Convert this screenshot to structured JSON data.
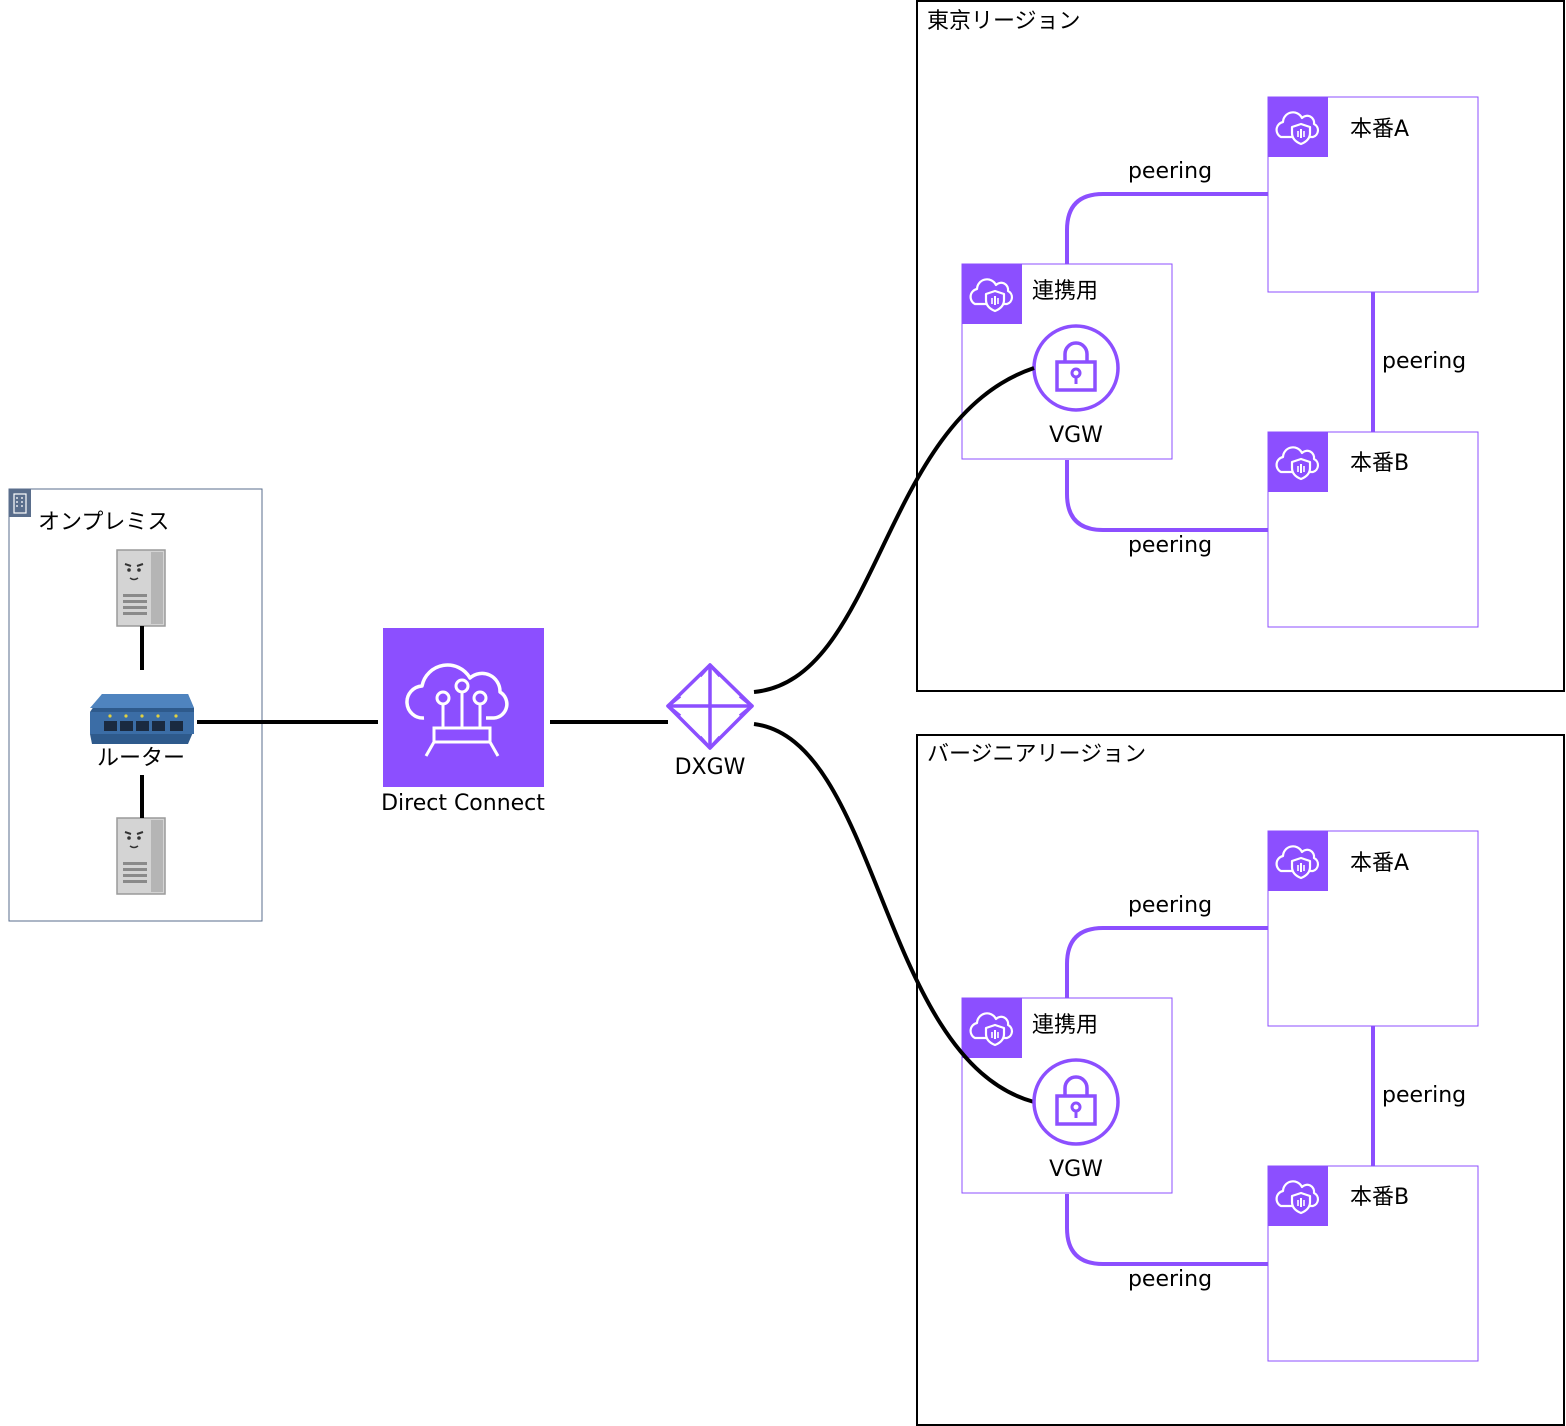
{
  "onprem": {
    "title": "オンプレミス",
    "router_label": "ルーター"
  },
  "direct_connect": {
    "label": "Direct Connect"
  },
  "dxgw": {
    "label": "DXGW"
  },
  "regions": [
    {
      "title": "東京リージョン",
      "vpc_link": "連携用",
      "vgw_label": "VGW",
      "vpc_a": "本番A",
      "vpc_b": "本番B",
      "peering_top": "peering",
      "peering_mid": "peering",
      "peering_bottom": "peering"
    },
    {
      "title": "バージニアリージョン",
      "vpc_link": "連携用",
      "vgw_label": "VGW",
      "vpc_a": "本番A",
      "vpc_b": "本番B",
      "peering_top": "peering",
      "peering_mid": "peering",
      "peering_bottom": "peering"
    }
  ],
  "colors": {
    "accent": "#8C4FFF",
    "router": "#2E5A8C",
    "server": "#C8C8C8",
    "onprem_border": "#5A6E8C"
  }
}
